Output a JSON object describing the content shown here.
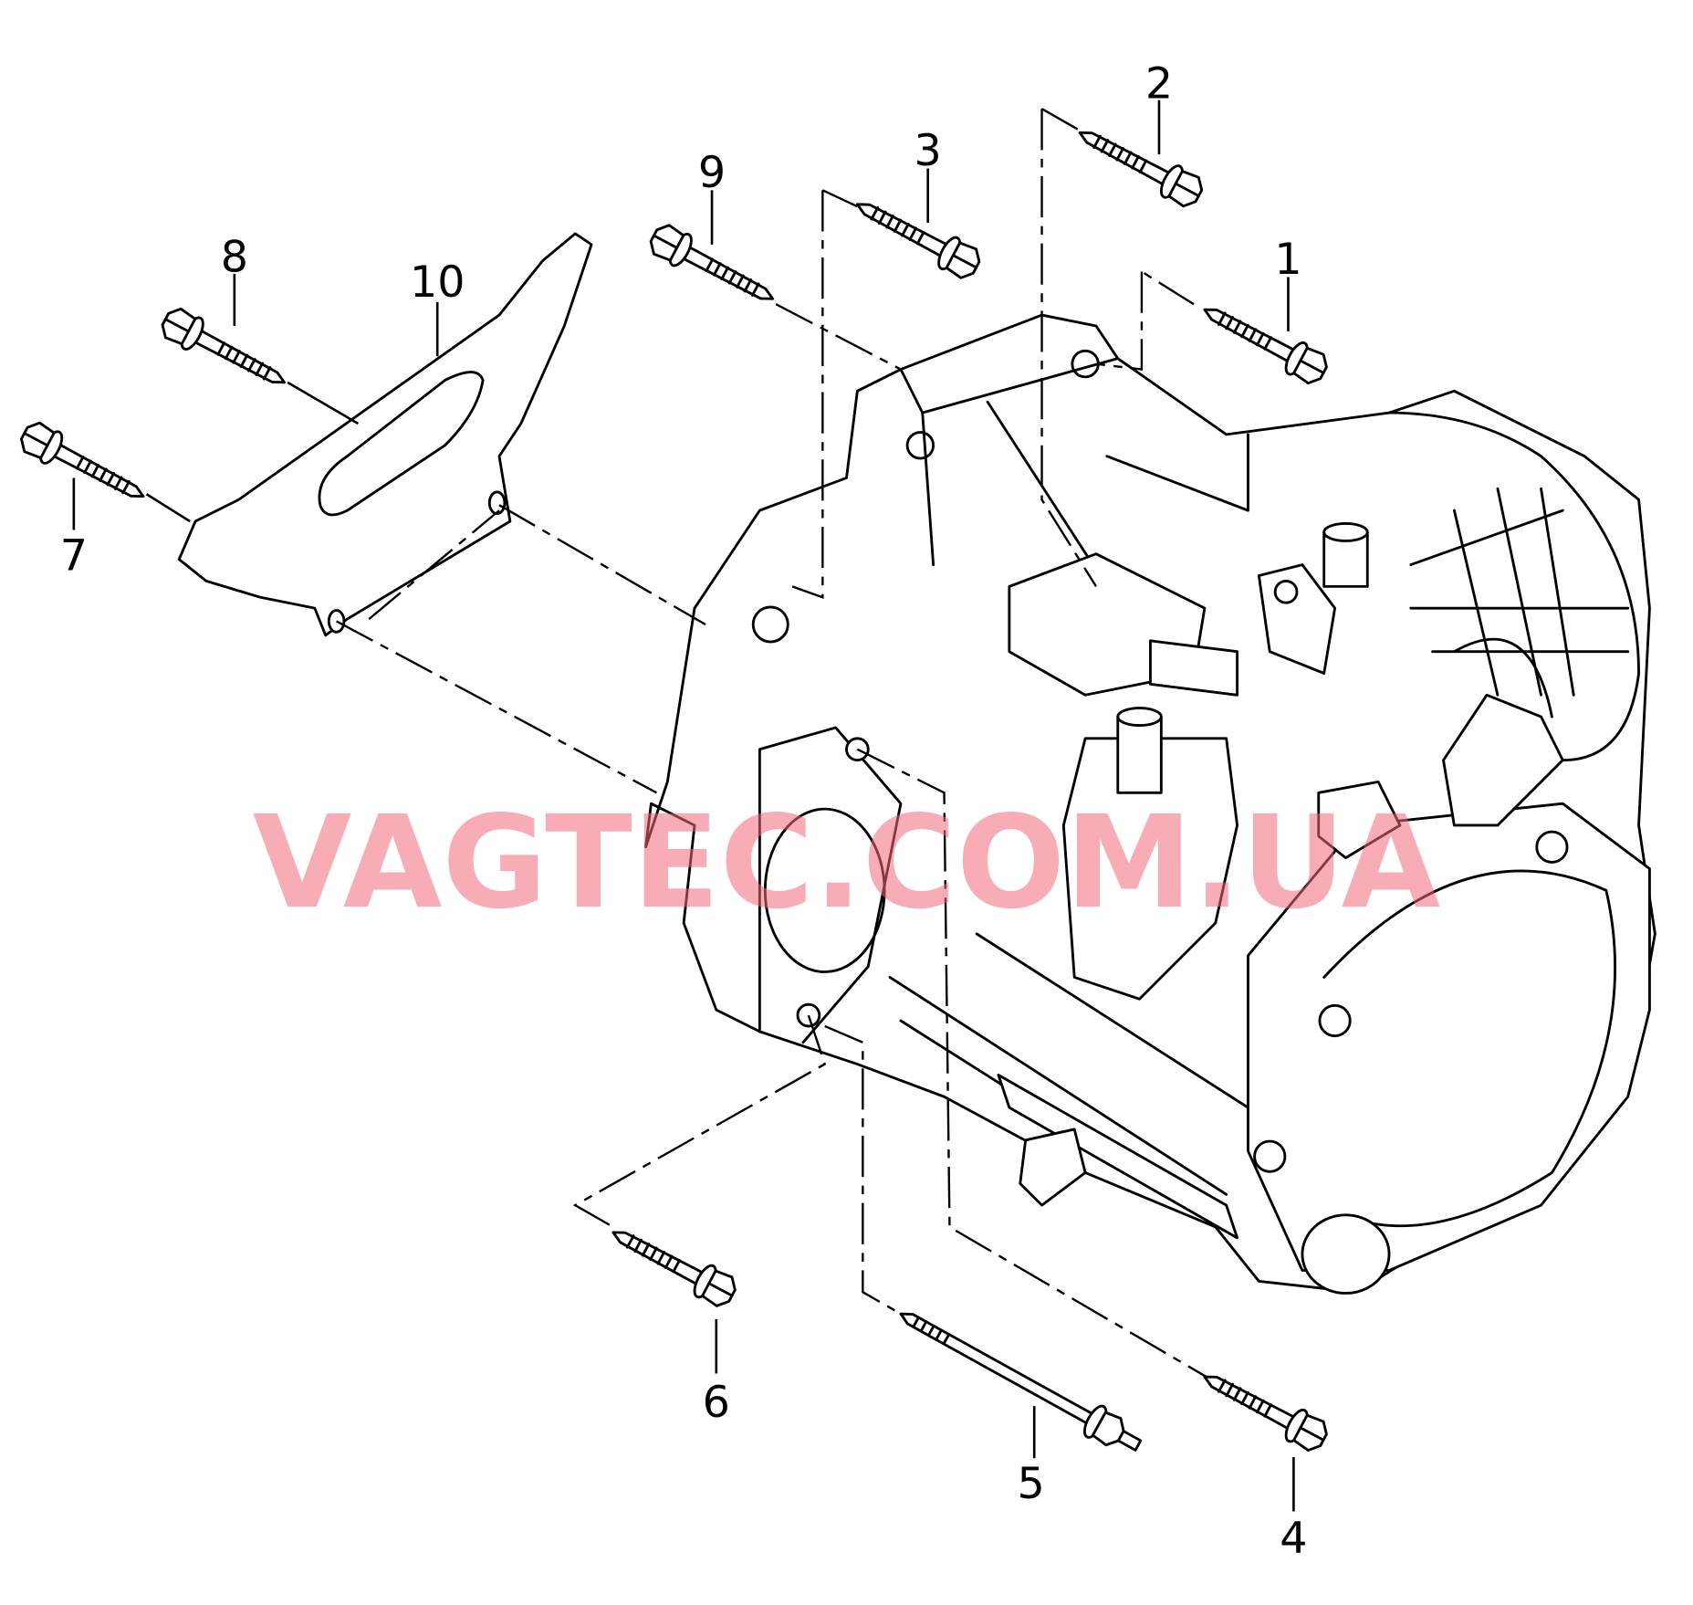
{
  "diagram": {
    "watermark": "VAGTEC.COM.UA",
    "labels": {
      "p1": "1",
      "p2": "2",
      "p3": "3",
      "p4": "4",
      "p5": "5",
      "p6": "6",
      "p7": "7",
      "p8": "8",
      "p9": "9",
      "p10": "10"
    },
    "colors": {
      "watermark": "#f26a7a",
      "line": "#000000"
    }
  }
}
